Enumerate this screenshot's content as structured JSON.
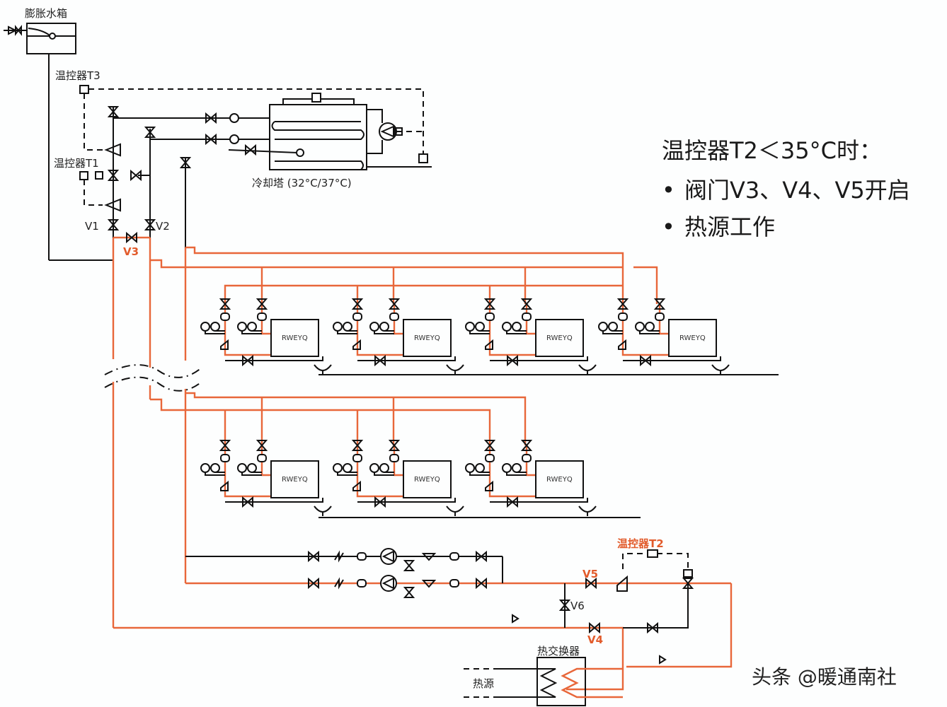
{
  "diagram": {
    "title": "Heat pump / cooling tower hydronic system schematic",
    "colors": {
      "supply_highlight": "#e8673a",
      "pipe": "#111111",
      "background": "#fdfefe"
    },
    "labels": {
      "expansion_tank": "膨胀水箱",
      "thermostat_t3": "温控器T3",
      "thermostat_t1": "温控器T1",
      "thermostat_t2": "温控器T2",
      "cooling_tower": "冷却塔 (32°C/37°C)",
      "valve_v1": "V1",
      "valve_v2": "V2",
      "valve_v3": "V3",
      "valve_v4": "V4",
      "valve_v5": "V5",
      "valve_v6": "V6",
      "heat_exchanger": "热交换器",
      "heat_source": "热源",
      "unit_label": "RWEYQ"
    },
    "note": {
      "heading": "温控器T2＜35°C时：",
      "items": [
        "阀门V3、V4、V5开启",
        "热源工作"
      ],
      "bullet": "•"
    },
    "units": {
      "upper_row_count": 4,
      "lower_row_count": 3
    },
    "watermark": "头条 @暖通南社"
  }
}
